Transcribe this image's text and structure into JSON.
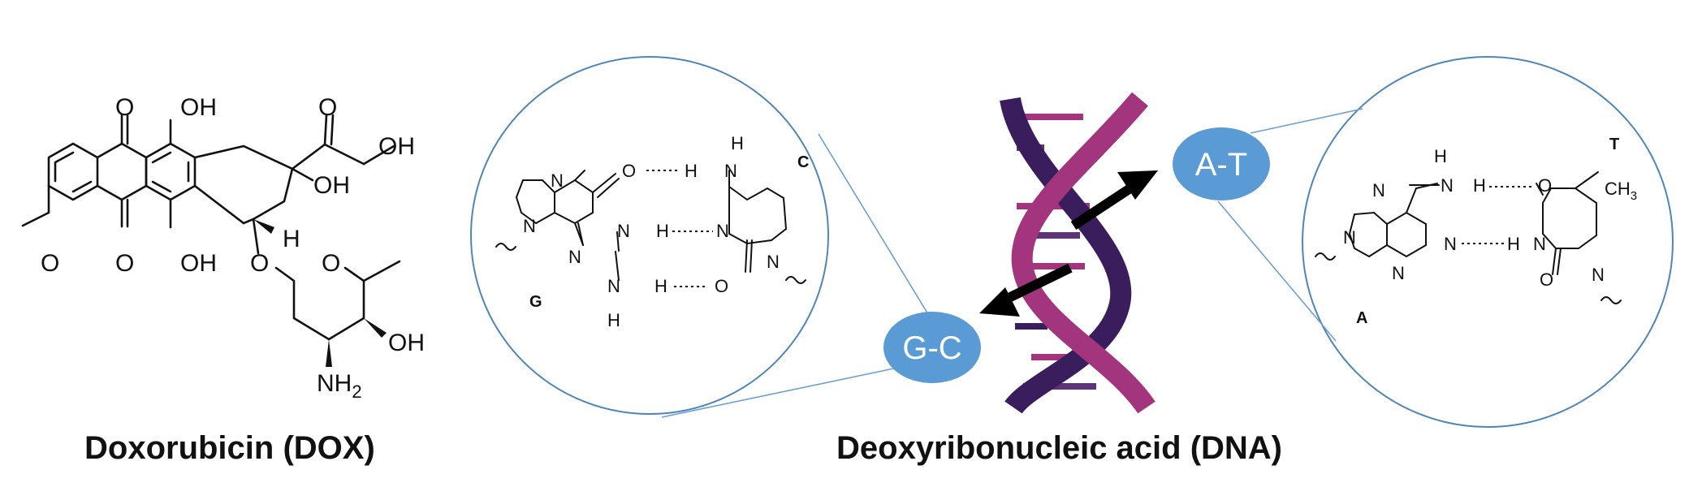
{
  "dox": {
    "atoms": {
      "o_q_top": "O",
      "oh_top": "OH",
      "o_keto": "O",
      "oh_side": "OH",
      "oh_ring": "OH",
      "o_methoxy": "O",
      "o_q_bottom": "O",
      "oh_bottom": "OH",
      "h_stereo": "H",
      "o_glyco": "O",
      "o_sugar": "O",
      "oh_sugar": "OH",
      "nh2": "NH",
      "nh2_sub": "2"
    },
    "caption": "Doxorubicin (DOX)"
  },
  "gc_panel": {
    "base_left": "G",
    "base_right": "C",
    "atoms": {
      "n7": "N",
      "n9": "N",
      "n3": "N",
      "o6": "O",
      "n1": "N",
      "h1": "H",
      "n2": "N",
      "h2a": "H",
      "h2b": "H",
      "h4a": "H",
      "h4b": "H",
      "n4": "N",
      "n3c": "N",
      "o2": "O",
      "n1c": "N"
    }
  },
  "at_panel": {
    "base_left": "A",
    "base_right": "T",
    "atoms": {
      "h6a": "H",
      "n6": "N",
      "h6b": "H",
      "n7": "N",
      "n9": "N",
      "n1": "N",
      "n3": "N",
      "o4": "O",
      "ch3": "CH",
      "ch3_sub": "3",
      "h3": "H",
      "n3t": "N",
      "o2": "O",
      "n1t": "N"
    }
  },
  "dna": {
    "caption": "Deoxyribonucleic acid (DNA)",
    "pair_at": "A-T",
    "pair_gc": "G-C",
    "colors": {
      "strand_dark": "#3a1d5c",
      "strand_magenta": "#a3357e",
      "bubble": "#5b9bd5",
      "circle": "#4f86b8"
    }
  }
}
